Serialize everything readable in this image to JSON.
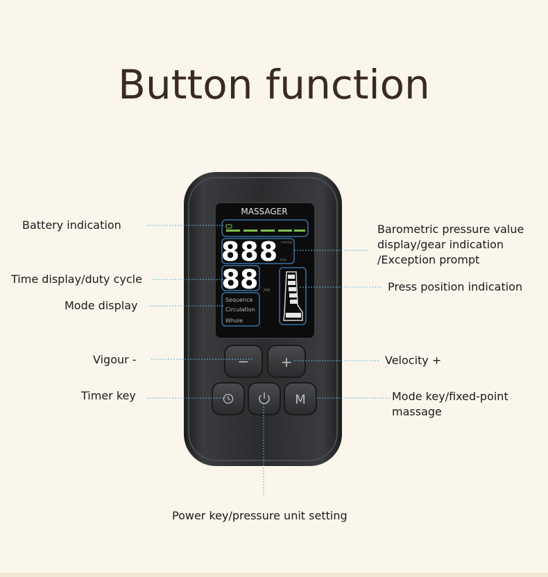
{
  "title": "Button function",
  "device": {
    "brand": "MASSAGER",
    "pressure_digits": "888",
    "pressure_unit_top": "mmhg",
    "pressure_unit_bottom": "kpa",
    "time_digits": "88",
    "time_unit": "MIN",
    "modes": [
      "Sequence",
      "Circulation",
      "Whole"
    ],
    "buttons": {
      "minus": "−",
      "plus": "+",
      "mode": "M"
    }
  },
  "callouts": {
    "battery": "Battery indication",
    "time": "Time display/duty cycle",
    "mode_display": "Mode display",
    "vigour": "Vigour -",
    "timer": "Timer key",
    "pressure_line1": "Barometric pressure value",
    "pressure_line2": "display/gear indication",
    "pressure_line3": "/Exception prompt",
    "press_position": "Press position indication",
    "velocity": "Velocity +",
    "mode_key_line1": "Mode key/fixed-point",
    "mode_key_line2": "massage",
    "power": "Power key/pressure unit setting"
  },
  "colors": {
    "background": "#fbf6ec",
    "title": "#3a2a22",
    "leader_line": "#5bb8d6",
    "battery_bar": "#7fc24a",
    "lcd_outline": "#3d6f9e",
    "device_body": "#2a2b2d"
  }
}
